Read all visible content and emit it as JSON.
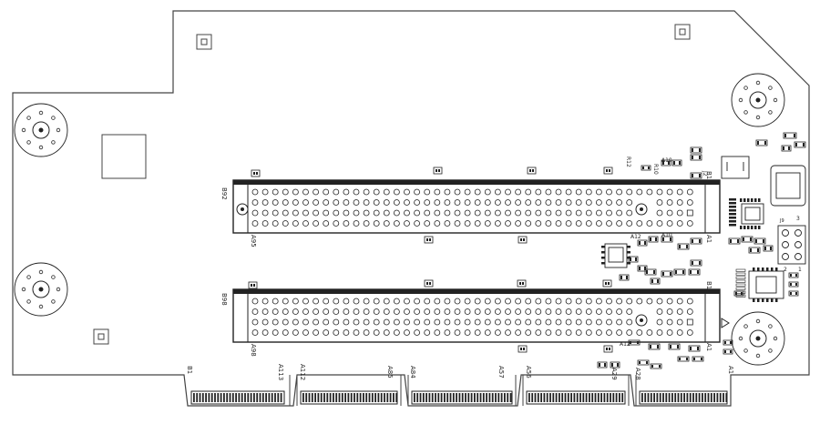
{
  "colors": {
    "outline": "#444444",
    "ink": "#222222",
    "background": "#ffffff",
    "pad": "#666666"
  },
  "connector_top": {
    "label_left": "B92",
    "label_bottom_left": "A95",
    "label_right": "B1",
    "label_bottom_right": "A1"
  },
  "connector_bottom": {
    "label_left": "B98",
    "label_bottom_left": "A98",
    "label_right": "B1",
    "label_bottom_right": "A1"
  },
  "edge_labels": [
    "B1",
    "A113",
    "A112",
    "A85",
    "A84",
    "A57",
    "A56",
    "A29",
    "A28",
    "A1"
  ],
  "component_labels": {
    "r12": "R12",
    "r10": "R10",
    "j2": "J2",
    "a10": "A10",
    "a12": "A12",
    "a12b": "A12",
    "a10b": "A10",
    "j9": "J9",
    "pin_one": "1",
    "pin_two": "2",
    "pin_three": "3"
  }
}
